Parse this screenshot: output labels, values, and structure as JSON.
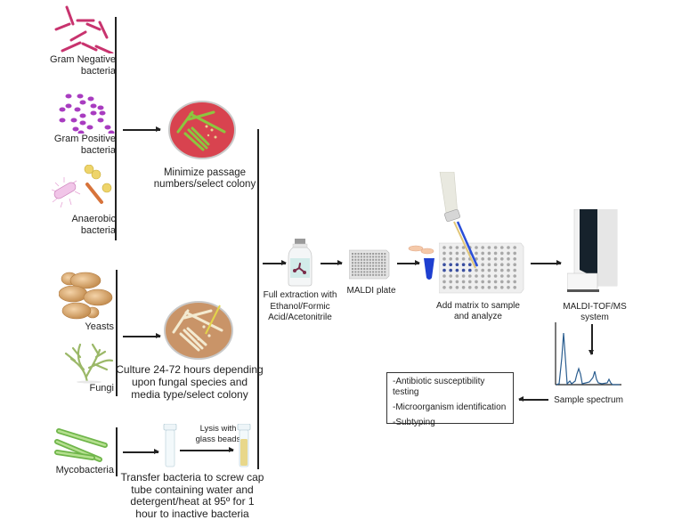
{
  "organisms": {
    "gram_negative": "Gram Negative bacteria",
    "gram_negative_l1": "Gram Negative",
    "gram_negative_l2": "bacteria",
    "gram_positive_l1": "Gram Positive",
    "gram_positive_l2": "bacteria",
    "anaerobic_l1": "Anaerobic",
    "anaerobic_l2": "bacteria",
    "yeasts": "Yeasts",
    "fungi": "Fungi",
    "mycobacteria": "Mycobacteria"
  },
  "steps": {
    "bacteria_plate_l1": "Minimize passage",
    "bacteria_plate_l2": "numbers/select colony",
    "fungal_plate_l1": "Culture 24-72 hours depending",
    "fungal_plate_l2": "upon fungal species and",
    "fungal_plate_l3": "media type/select colony",
    "lysis_l1": "Lysis with",
    "lysis_l2": "glass beads",
    "myco_l1": "Transfer bacteria to screw cap",
    "myco_l2": "tube containing water and",
    "myco_l3": "detergent/heat at 95º for 1",
    "myco_l4": "hour to inactive bacteria",
    "extraction_l1": "Full extraction with",
    "extraction_l2": "Ethanol/Formic",
    "extraction_l3": "Acid/Acetonitrile",
    "maldi_plate": "MALDI plate",
    "matrix_l1": "Add matrix to sample",
    "matrix_l2": "and analyze",
    "system_l1": "MALDI-TOF/MS",
    "system_l2": "system",
    "spectrum": "Sample spectrum"
  },
  "outcomes": [
    "-Antibiotic susceptibility testing",
    "-Microorganism identification",
    "-Subtyping"
  ],
  "colors": {
    "gram_negative": "#c8336e",
    "gram_positive": "#a83cc0",
    "bacteria_agar": "#d8434f",
    "colony_green": "#8cc63f",
    "fungal_agar": "#c99468",
    "yeast": "#d9a86c",
    "fungi": "#a9c27a",
    "mycobacteria": "#8ccc5a",
    "spectrum": "#2a5d8f",
    "pipette_blue": "#1e3fd0"
  }
}
